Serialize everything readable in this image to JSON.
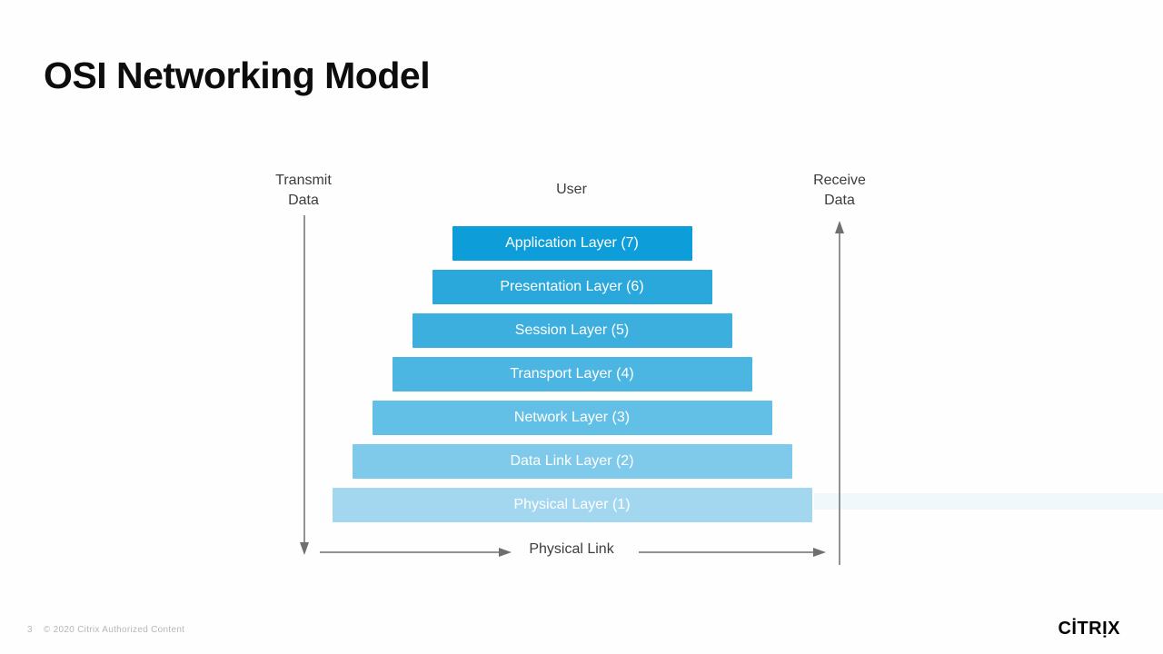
{
  "slide": {
    "title": "OSI Networking Model",
    "footer": {
      "page_number": "3",
      "copyright": "© 2020 Citrix Authorized Content",
      "brand_logo": "CİTRỊX"
    }
  },
  "diagram": {
    "labels": {
      "transmit": "Transmit\nData",
      "user": "User",
      "receive": "Receive\nData",
      "physical_link": "Physical Link"
    },
    "layers": [
      {
        "label": "Application Layer (7)",
        "color": "#0d9dd9"
      },
      {
        "label": "Presentation Layer (6)",
        "color": "#2aa8dc"
      },
      {
        "label": "Session Layer (5)",
        "color": "#3cafdf"
      },
      {
        "label": "Transport Layer (4)",
        "color": "#4cb6e2"
      },
      {
        "label": "Network Layer (3)",
        "color": "#62bfe6"
      },
      {
        "label": "Data Link Layer (2)",
        "color": "#7fcaeb"
      },
      {
        "label": "Physical Layer (1)",
        "color": "#a3d7f0"
      }
    ],
    "arrow_color": "#6f6f6f"
  }
}
